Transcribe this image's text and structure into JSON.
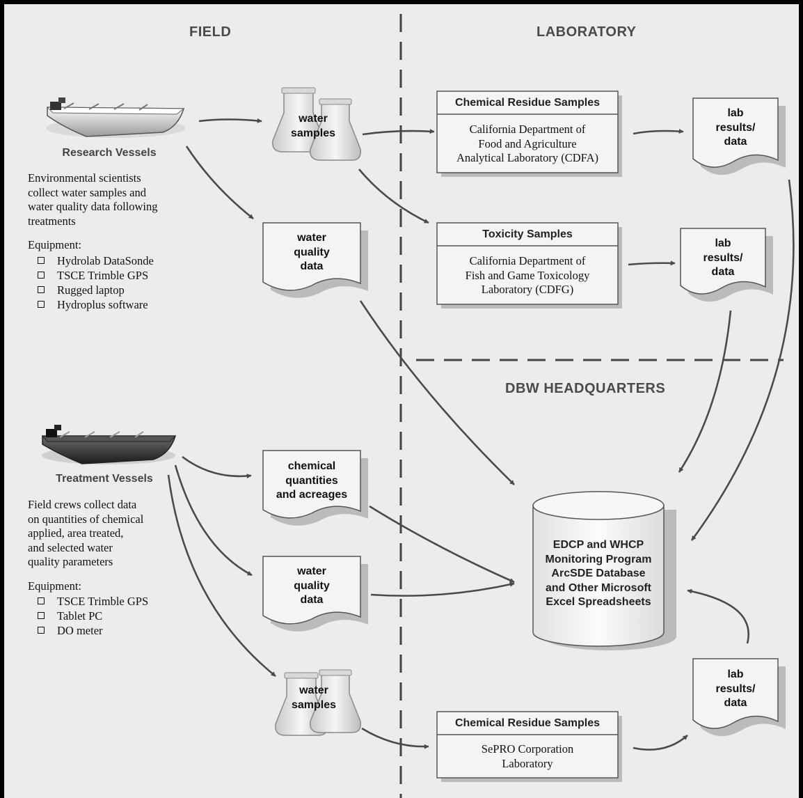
{
  "sections": {
    "field": "FIELD",
    "laboratory": "LABORATORY",
    "hq": "DBW HEADQUARTERS"
  },
  "research": {
    "title": "Research Vessels",
    "desc": [
      "Environmental scientists",
      "collect water samples and",
      "water quality data following",
      "treatments"
    ],
    "equipment_label": "Equipment:",
    "equipment": [
      "Hydrolab DataSonde",
      "TSCE Trimble GPS",
      "Rugged laptop",
      "Hydroplus software"
    ]
  },
  "treatment": {
    "title": "Treatment Vessels",
    "desc": [
      "Field crews collect data",
      "on quantities of chemical",
      "applied, area treated,",
      "and selected water",
      "quality parameters"
    ],
    "equipment_label": "Equipment:",
    "equipment": [
      "TSCE Trimble GPS",
      "Tablet PC",
      "DO meter"
    ]
  },
  "flasks": {
    "research_samples": [
      "water",
      "samples"
    ],
    "treatment_samples": [
      "water",
      "samples"
    ]
  },
  "documents": {
    "research_wq": [
      "water",
      "quality",
      "data"
    ],
    "treatment_chem": [
      "chemical",
      "quantities",
      "and acreages"
    ],
    "treatment_wq": [
      "water",
      "quality",
      "data"
    ],
    "lab_results_cdfa": [
      "lab",
      "results/",
      "data"
    ],
    "lab_results_cdfg": [
      "lab",
      "results/",
      "data"
    ],
    "lab_results_sepro": [
      "lab",
      "results/",
      "data"
    ]
  },
  "labs": {
    "cdfa": {
      "header": "Chemical Residue Samples",
      "body": [
        "California Department of",
        "Food and Agriculture",
        "Analytical Laboratory (CDFA)"
      ]
    },
    "cdfg": {
      "header": "Toxicity Samples",
      "body": [
        "California Department of",
        "Fish and Game Toxicology",
        "Laboratory (CDFG)"
      ]
    },
    "sepro": {
      "header": "Chemical Residue Samples",
      "body": [
        "SePRO Corporation",
        "Laboratory"
      ]
    }
  },
  "database": {
    "lines": [
      "EDCP and WHCP",
      "Monitoring Program",
      "ArcSDE Database",
      "and Other Microsoft",
      "Excel Spreadsheets"
    ]
  },
  "colors": {
    "background": "#ececec",
    "box_fill": "#f4f4f4",
    "arrow": "#4a4a4a",
    "divider": "#444444"
  }
}
